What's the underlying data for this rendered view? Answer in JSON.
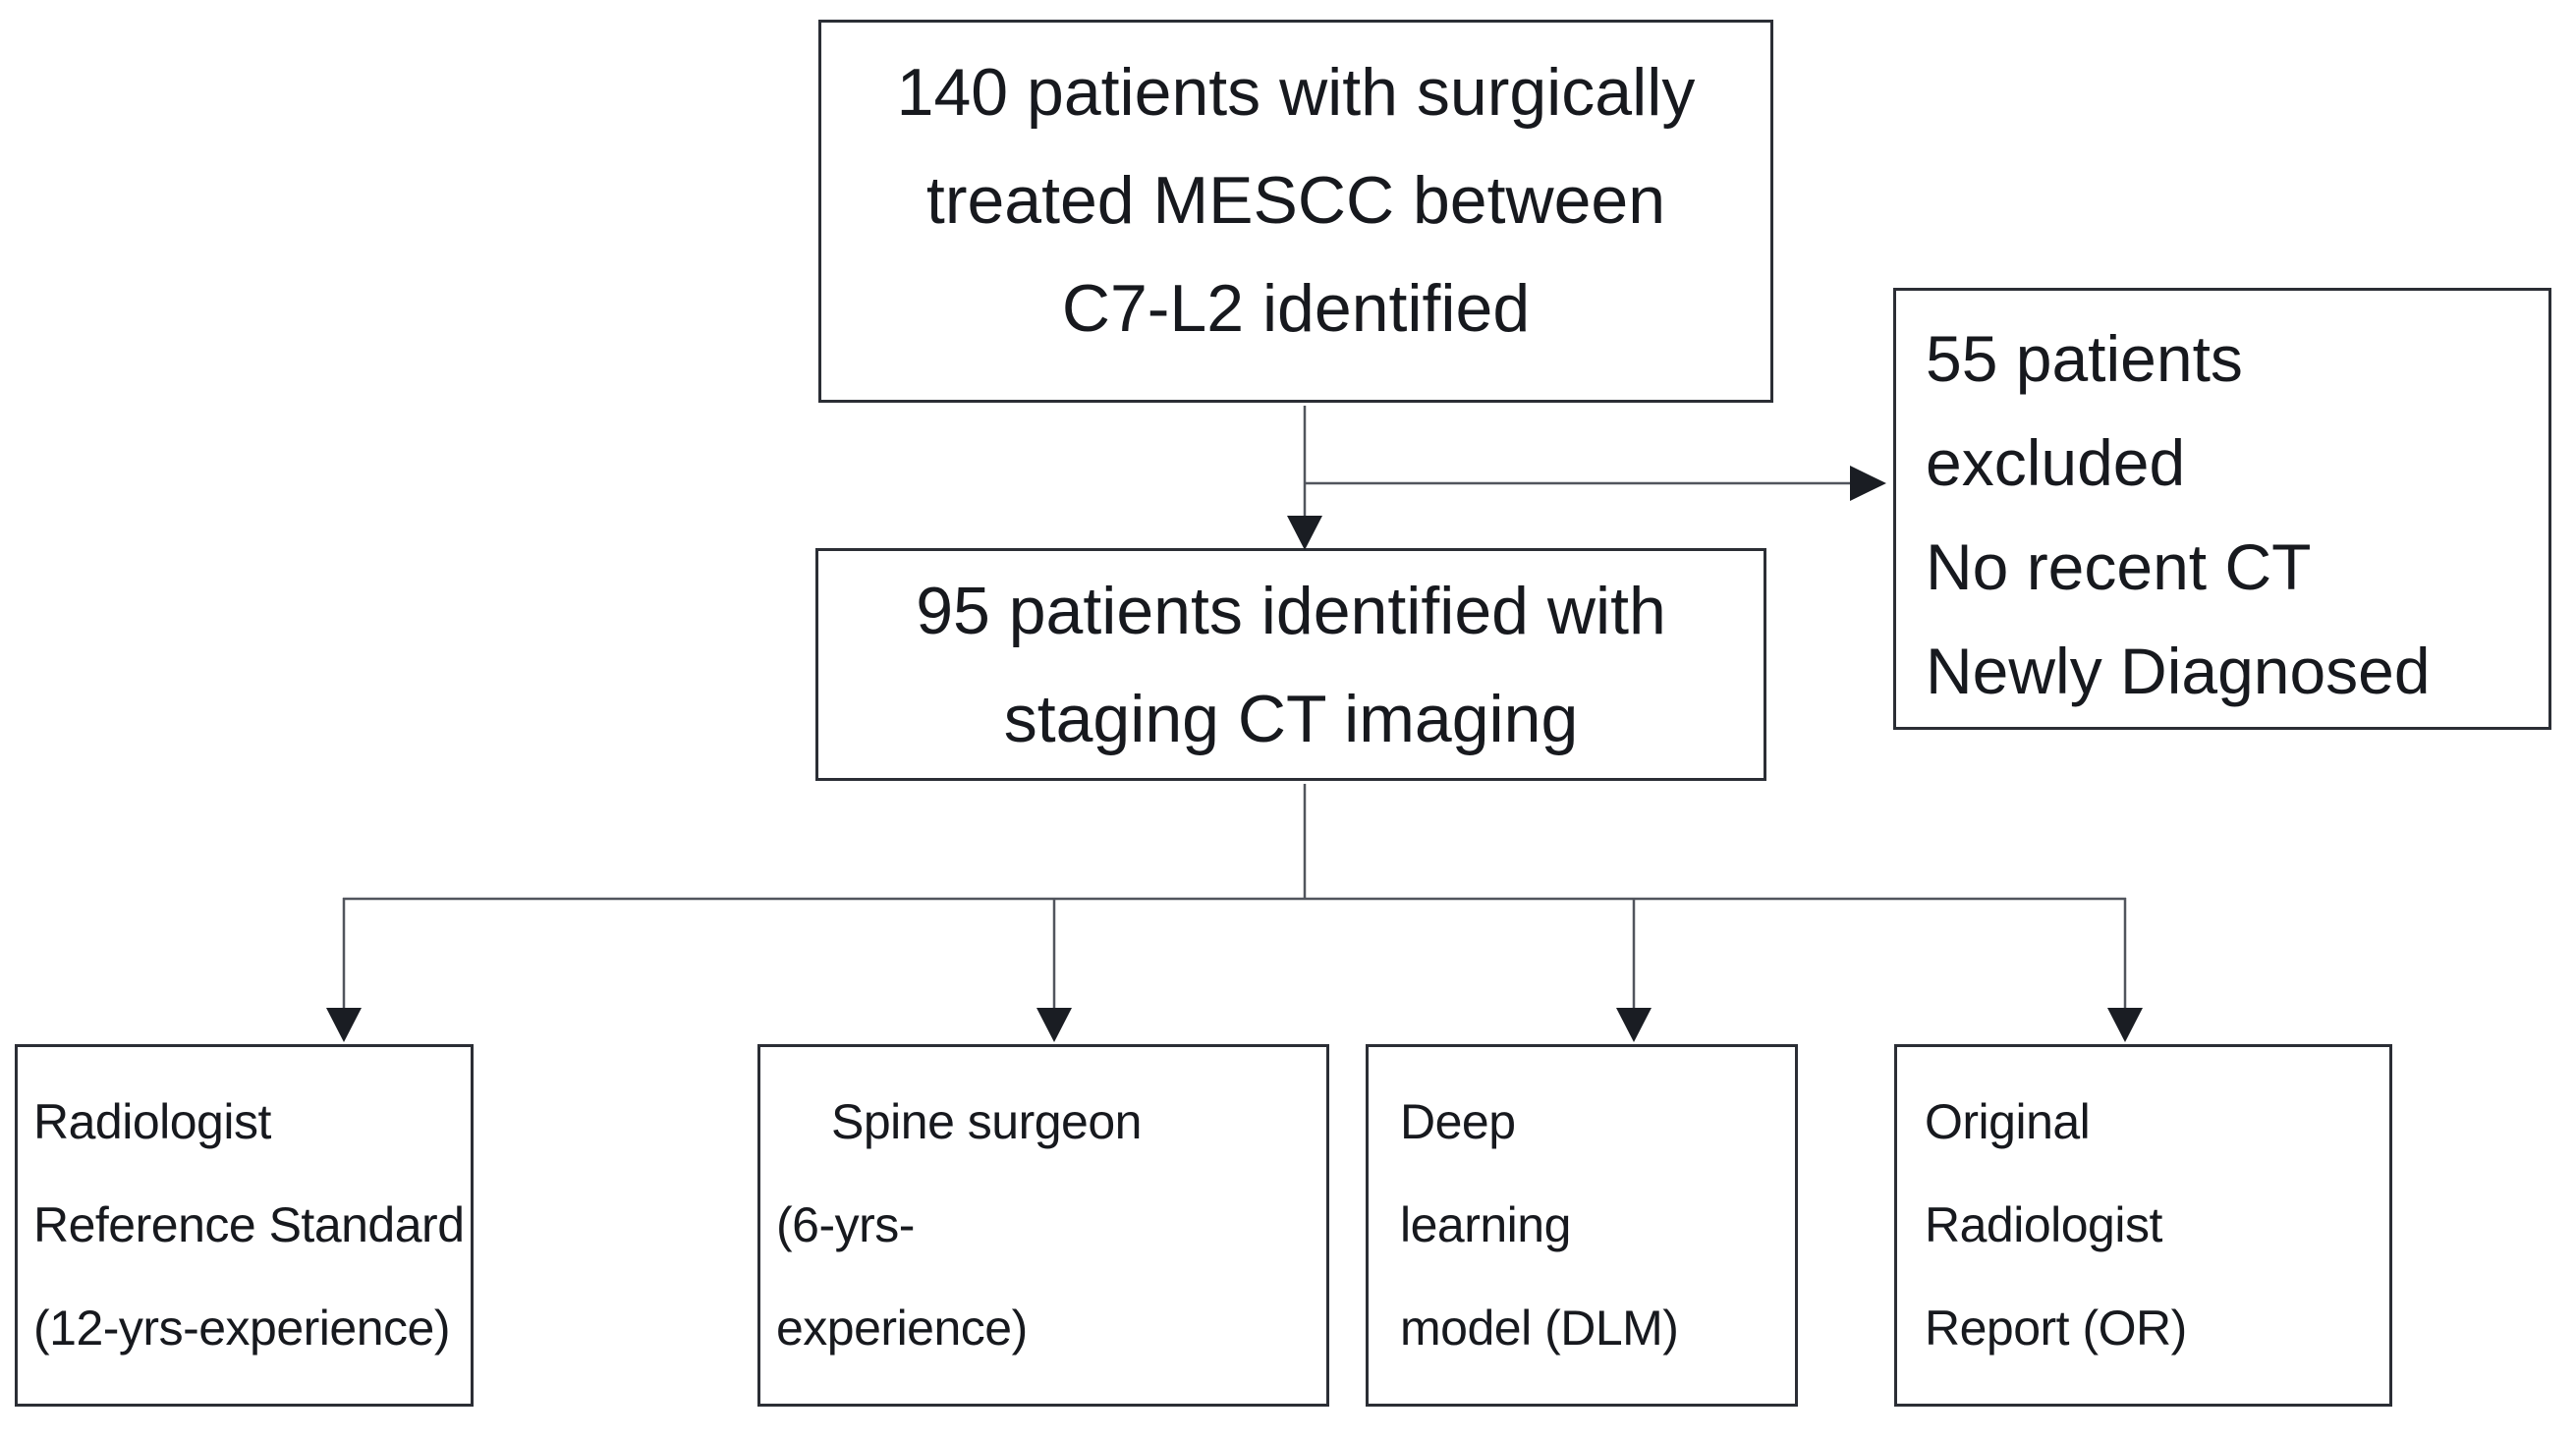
{
  "figure": {
    "type": "flowchart",
    "background_color": "#ffffff",
    "box_border_color": "#2b2e35",
    "connector_color": "#51555d",
    "arrow_color": "#1a1d23",
    "text_color": "#17191e",
    "boxes": {
      "total": {
        "id": "total-patients",
        "lines": [
          "140 patients with surgically",
          "treated MESCC between",
          "C7-L2 identified"
        ]
      },
      "excluded": {
        "id": "excluded-patients",
        "lines": [
          "55 patients",
          "excluded",
          "No recent CT",
          "Newly Diagnosed"
        ]
      },
      "staging": {
        "id": "staging-ct-patients",
        "lines": [
          "95 patients identified with",
          "staging CT imaging"
        ]
      },
      "reference": {
        "id": "radiologist-reference-standard",
        "lines": [
          "Radiologist",
          "Reference Standard",
          "(12-yrs-experience)"
        ]
      },
      "surgeon": {
        "id": "spine-surgeon",
        "lines": [
          "Spine surgeon",
          "(6-yrs-",
          "experience)"
        ]
      },
      "dlm": {
        "id": "deep-learning-model",
        "lines": [
          "Deep",
          "learning",
          "model (DLM)"
        ]
      },
      "report": {
        "id": "original-radiologist-report",
        "lines": [
          "Original",
          "Radiologist",
          "Report (OR)"
        ]
      }
    },
    "edges": [
      {
        "from": "total-patients",
        "to": "staging-ct-patients"
      },
      {
        "from": "total-patients",
        "to": "excluded-patients"
      },
      {
        "from": "staging-ct-patients",
        "to": "radiologist-reference-standard"
      },
      {
        "from": "staging-ct-patients",
        "to": "spine-surgeon"
      },
      {
        "from": "staging-ct-patients",
        "to": "deep-learning-model"
      },
      {
        "from": "staging-ct-patients",
        "to": "original-radiologist-report"
      }
    ]
  }
}
